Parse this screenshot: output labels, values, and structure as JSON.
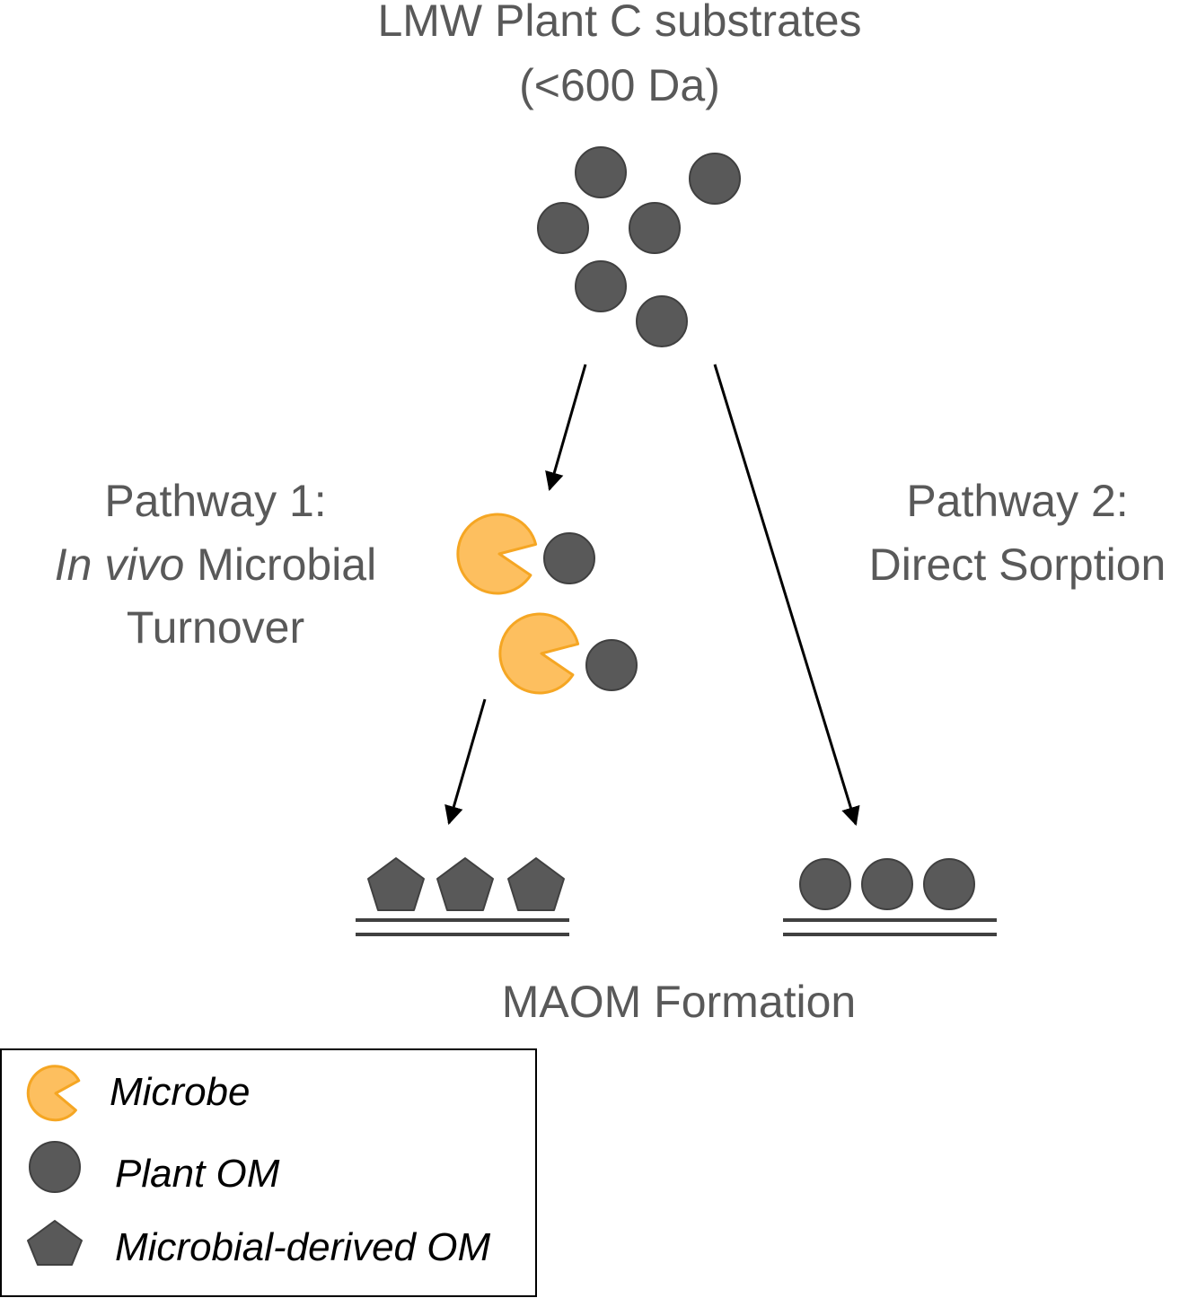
{
  "title": {
    "line1": "LMW Plant C substrates",
    "line2": "(<600 Da)"
  },
  "pathway1": {
    "line1": "Pathway 1:",
    "line2_italic": "In vivo",
    "line2_rest": " Microbial",
    "line3": "Turnover"
  },
  "pathway2": {
    "line1": "Pathway 2:",
    "line2": "Direct Sorption"
  },
  "bottom_label": "MAOM Formation",
  "legend": {
    "microbe": "Microbe",
    "plant_om": "Plant OM",
    "microbial_om": "Microbial-derived OM"
  },
  "colors": {
    "plant_om": "#595959",
    "microbe_fill": "#FDBF5F",
    "microbe_stroke": "#F5A623",
    "arrow": "#000000",
    "text": "#595959"
  }
}
